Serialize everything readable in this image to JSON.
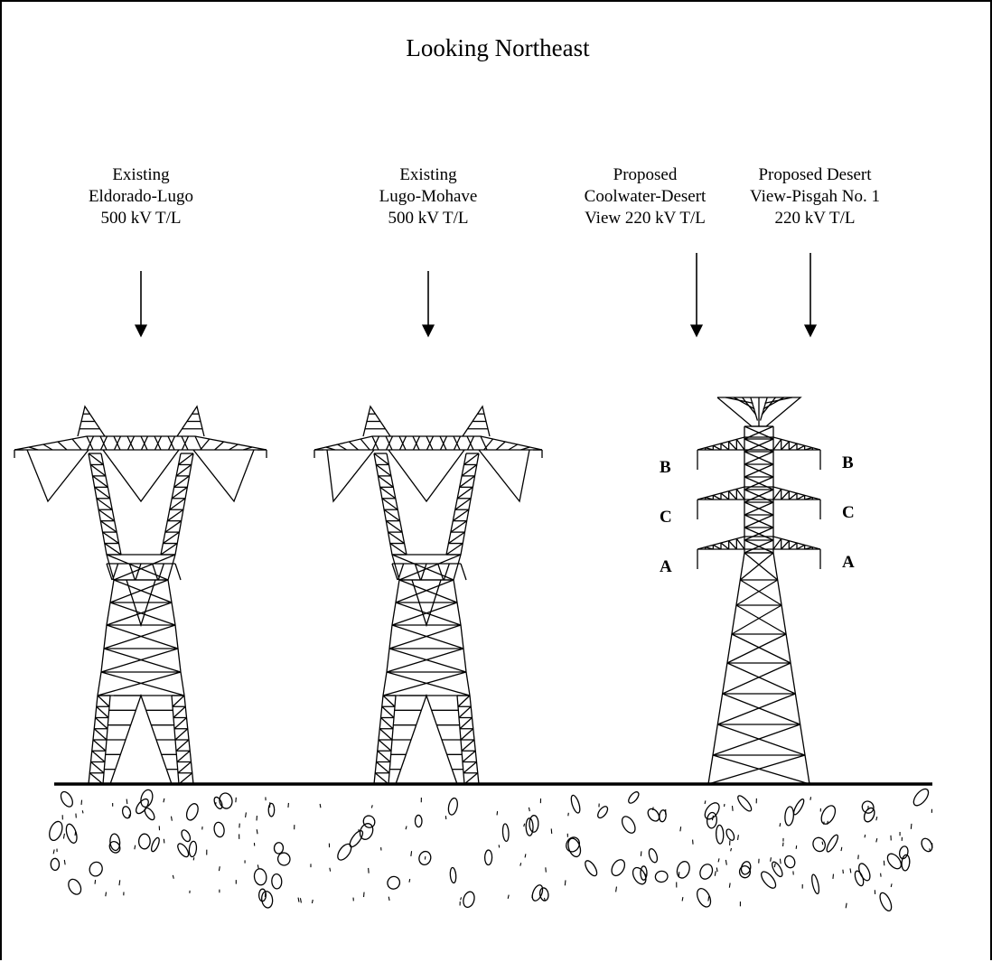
{
  "title": "Looking Northeast",
  "labels": [
    {
      "lines": [
        "Existing",
        "Eldorado-Lugo",
        "500 kV T/L"
      ]
    },
    {
      "lines": [
        "Existing",
        "Lugo-Mohave",
        "500 kV T/L"
      ]
    },
    {
      "lines": [
        "Proposed",
        "Coolwater-Desert",
        "View 220 kV T/L"
      ]
    },
    {
      "lines": [
        "Proposed Desert",
        "View-Pisgah No. 1",
        "220 kV T/L"
      ]
    }
  ],
  "phases": {
    "left": [
      "B",
      "C",
      "A"
    ],
    "right": [
      "B",
      "C",
      "A"
    ]
  },
  "colors": {
    "line": "#000000",
    "background": "#ffffff"
  }
}
